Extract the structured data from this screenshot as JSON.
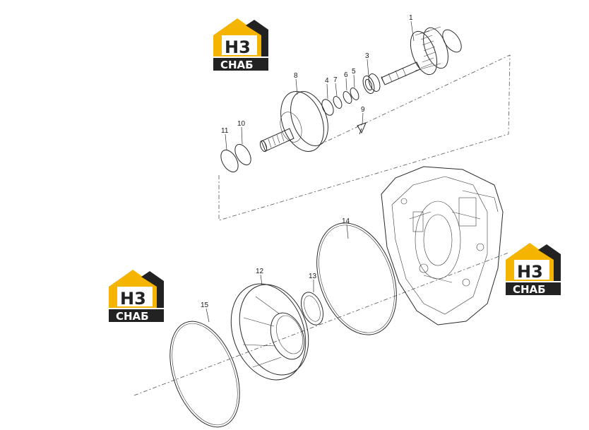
{
  "diagram": {
    "callouts": [
      {
        "id": "1",
        "label": "1"
      },
      {
        "id": "3",
        "label": "3"
      },
      {
        "id": "4",
        "label": "4"
      },
      {
        "id": "5",
        "label": "5"
      },
      {
        "id": "6",
        "label": "6"
      },
      {
        "id": "7",
        "label": "7"
      },
      {
        "id": "8",
        "label": "8"
      },
      {
        "id": "9",
        "label": "9"
      },
      {
        "id": "10",
        "label": "10"
      },
      {
        "id": "11",
        "label": "11"
      },
      {
        "id": "12",
        "label": "12"
      },
      {
        "id": "13",
        "label": "13"
      },
      {
        "id": "14",
        "label": "14"
      },
      {
        "id": "15",
        "label": "15"
      }
    ]
  },
  "watermarks": [
    {
      "mark": "Н3",
      "word": "СНАБ",
      "accent": "#f5b400",
      "dark": "#222222"
    },
    {
      "mark": "Н3",
      "word": "СНАБ",
      "accent": "#f5b400",
      "dark": "#222222"
    },
    {
      "mark": "Н3",
      "word": "СНАБ",
      "accent": "#f5b400",
      "dark": "#222222"
    }
  ]
}
